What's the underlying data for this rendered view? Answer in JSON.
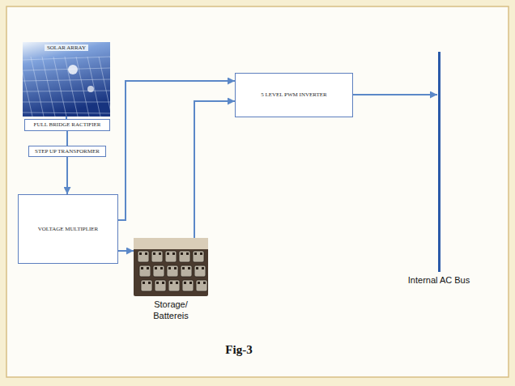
{
  "diagram": {
    "caption": "Fig-3",
    "nodes": [
      {
        "text": [
          "SOLAR ARRAY"
        ]
      },
      {
        "text": [
          "FULL BRIDGE RACTIFIER"
        ]
      },
      {
        "text": [
          "STEP UP TRANSFORMER"
        ]
      },
      {
        "text": [
          "5 LEVEL PWM INVERTER"
        ]
      },
      {
        "text": [
          "VOLTAGE MULTIPLIER"
        ]
      },
      {
        "text": [
          "Storage/ Battereis"
        ]
      },
      {
        "text": [
          "Internal AC Bus"
        ]
      }
    ],
    "edges": [
      {
        "from": 0,
        "to": 1,
        "arrow": "none"
      },
      {
        "from": 1,
        "to": 2,
        "arrow": "none"
      },
      {
        "from": 2,
        "to": 4,
        "arrow": "to"
      },
      {
        "from": 4,
        "to": 3,
        "arrow": "to"
      },
      {
        "from": 4,
        "to": 5,
        "arrow": "to"
      },
      {
        "from": 5,
        "to": 3,
        "arrow": "to"
      },
      {
        "from": 3,
        "to": 6,
        "arrow": "to"
      }
    ]
  }
}
